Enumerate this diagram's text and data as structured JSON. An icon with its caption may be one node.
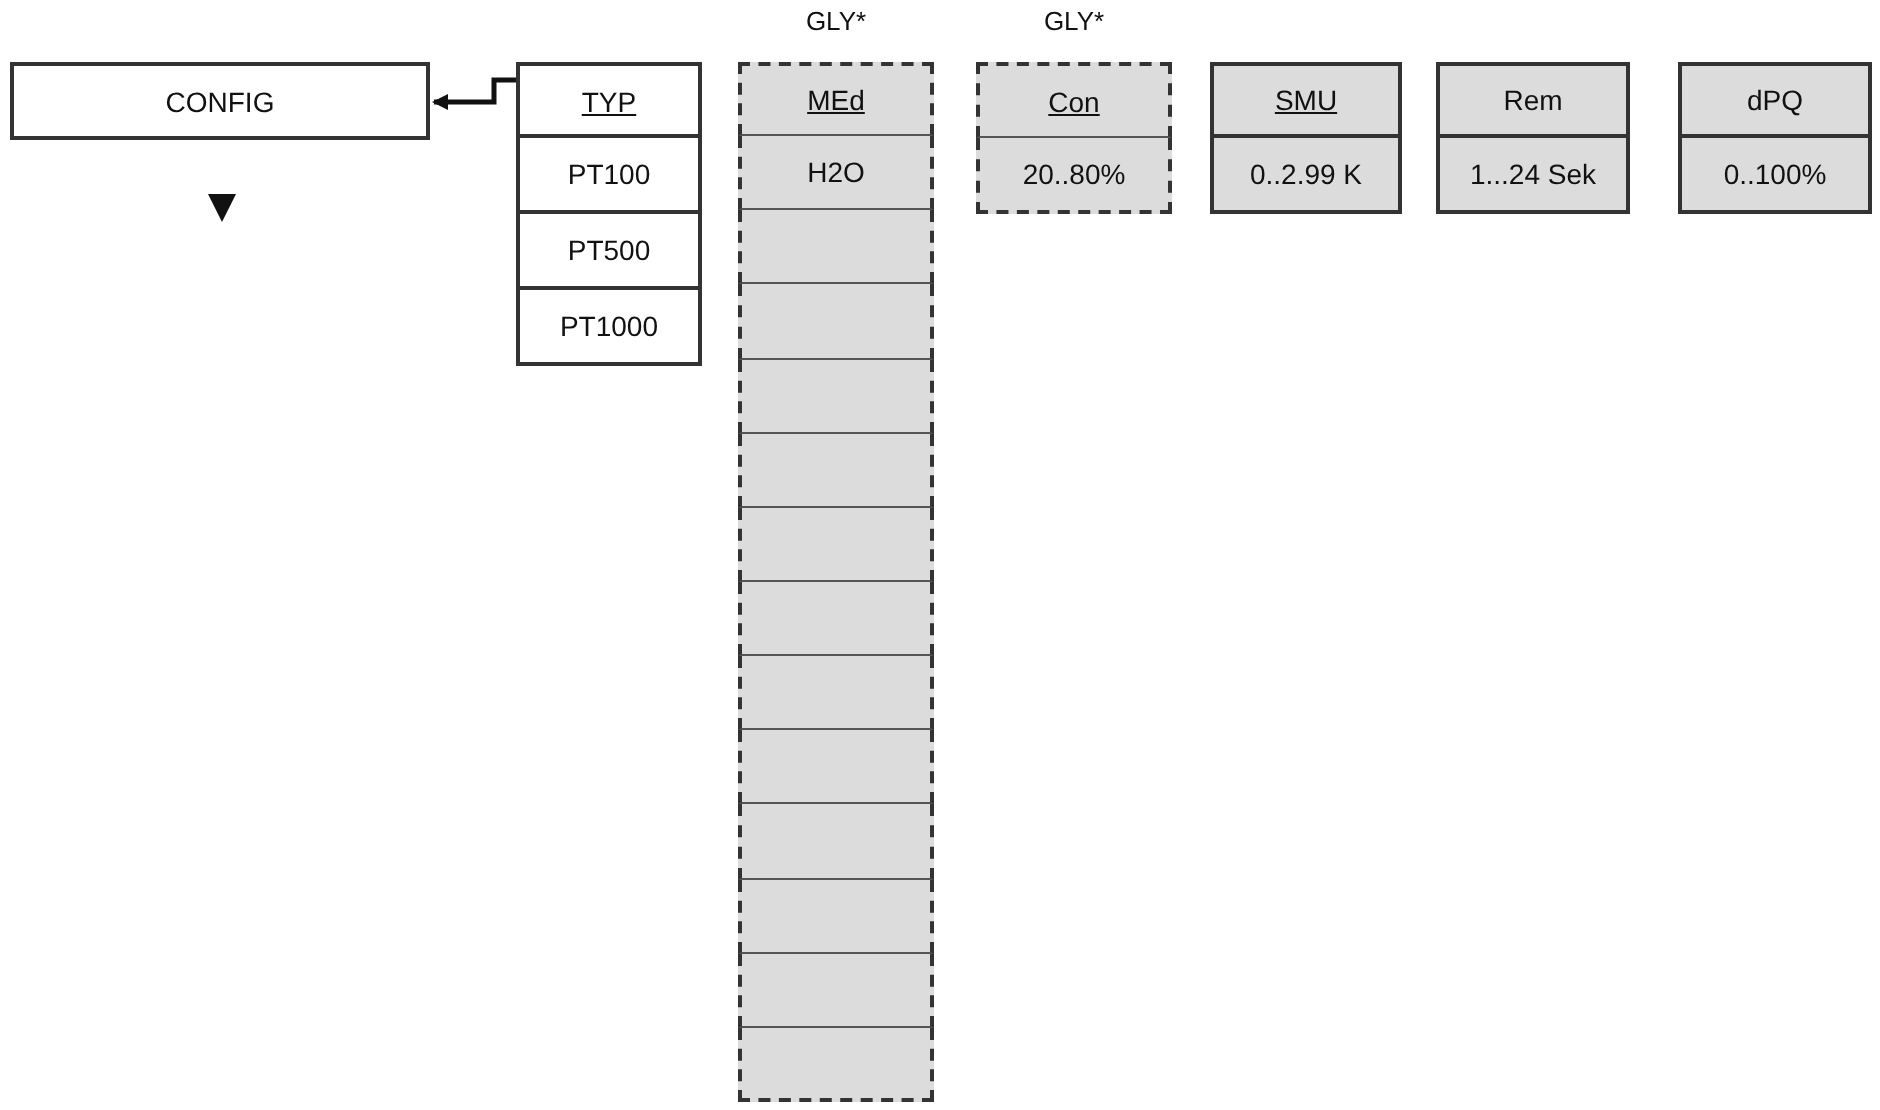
{
  "diagram": {
    "nodes": [
      {
        "text": [
          "CONFIG"
        ]
      },
      {
        "text": [
          "TYP"
        ]
      },
      {
        "text": [
          "PT100"
        ]
      },
      {
        "text": [
          "PT500"
        ]
      },
      {
        "text": [
          "PT1000"
        ]
      },
      {
        "text": [
          "MEd"
        ],
        "beside": [
          "GLY*"
        ]
      },
      {
        "text": [
          "H2O"
        ]
      },
      {
        "text": [],
        "shape": "box"
      },
      {
        "text": [],
        "shape": "box"
      },
      {
        "text": [],
        "shape": "box"
      },
      {
        "text": [],
        "shape": "box"
      },
      {
        "text": [],
        "shape": "box"
      },
      {
        "text": [],
        "shape": "box"
      },
      {
        "text": [],
        "shape": "box"
      },
      {
        "text": [],
        "shape": "box"
      },
      {
        "text": [],
        "shape": "box"
      },
      {
        "text": [],
        "shape": "box"
      },
      {
        "text": [],
        "shape": "box"
      },
      {
        "text": [],
        "shape": "box"
      },
      {
        "text": [
          "Con"
        ],
        "beside": [
          "GLY*"
        ]
      },
      {
        "text": [
          "20..80%"
        ]
      },
      {
        "text": [
          "SMU"
        ]
      },
      {
        "text": [
          "0..2.99 K"
        ]
      },
      {
        "text": [
          "Rem"
        ]
      },
      {
        "text": [
          "1...24 Sek"
        ]
      },
      {
        "text": [
          "dPQ"
        ]
      },
      {
        "text": [
          "0..100%"
        ]
      }
    ],
    "edges": [
      {
        "from": 1,
        "to": 0,
        "arrow": "to"
      }
    ]
  }
}
